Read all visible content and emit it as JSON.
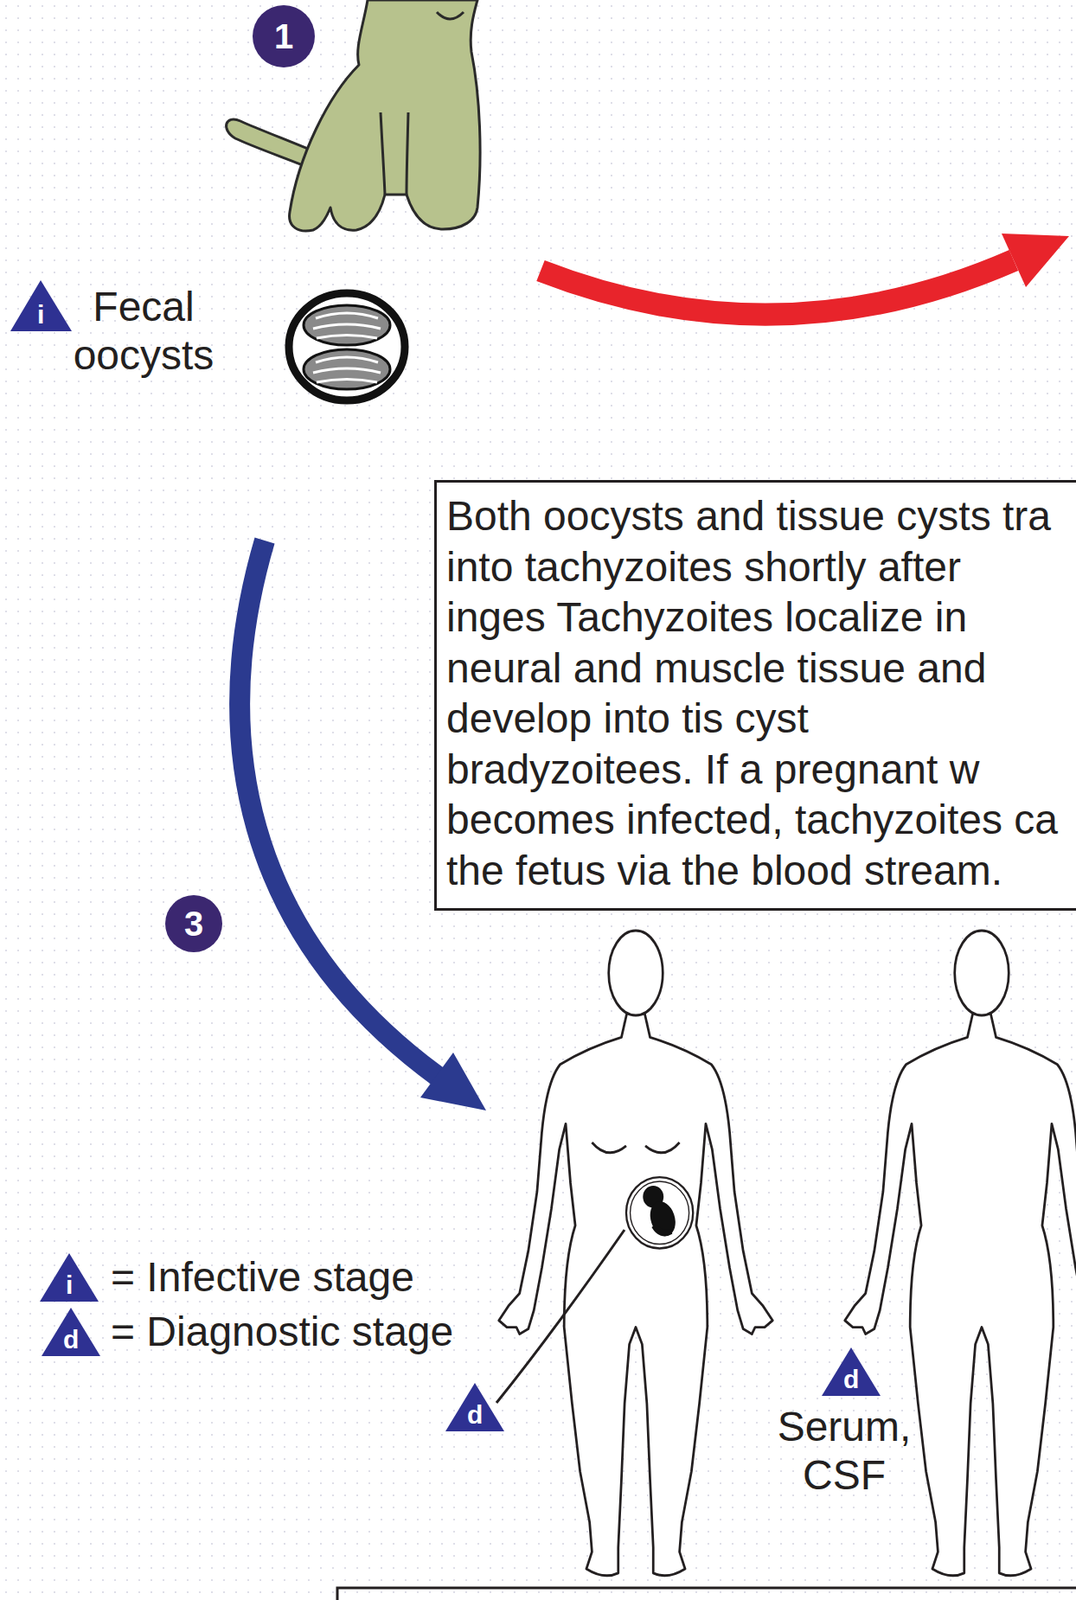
{
  "diagram": {
    "nodes": [
      {
        "text": [
          "Both oocysts and tissue cysts tra into tachyzoites shortly after inges Tachyzoites localize in neural and muscle tissue and develop into tis cyst bradyzoitees. If a pregnant w becomes infected, tachyzoites ca the fetus via the blood stream."
        ]
      }
    ],
    "labels": [
      "1",
      "i",
      "Fecal oocysts",
      "3",
      "i",
      "d",
      "d",
      "d",
      "Serum, CSF"
    ],
    "legend": [
      {
        "text": "= Infective stage"
      },
      {
        "text": "= Diagnostic stage"
      }
    ]
  }
}
